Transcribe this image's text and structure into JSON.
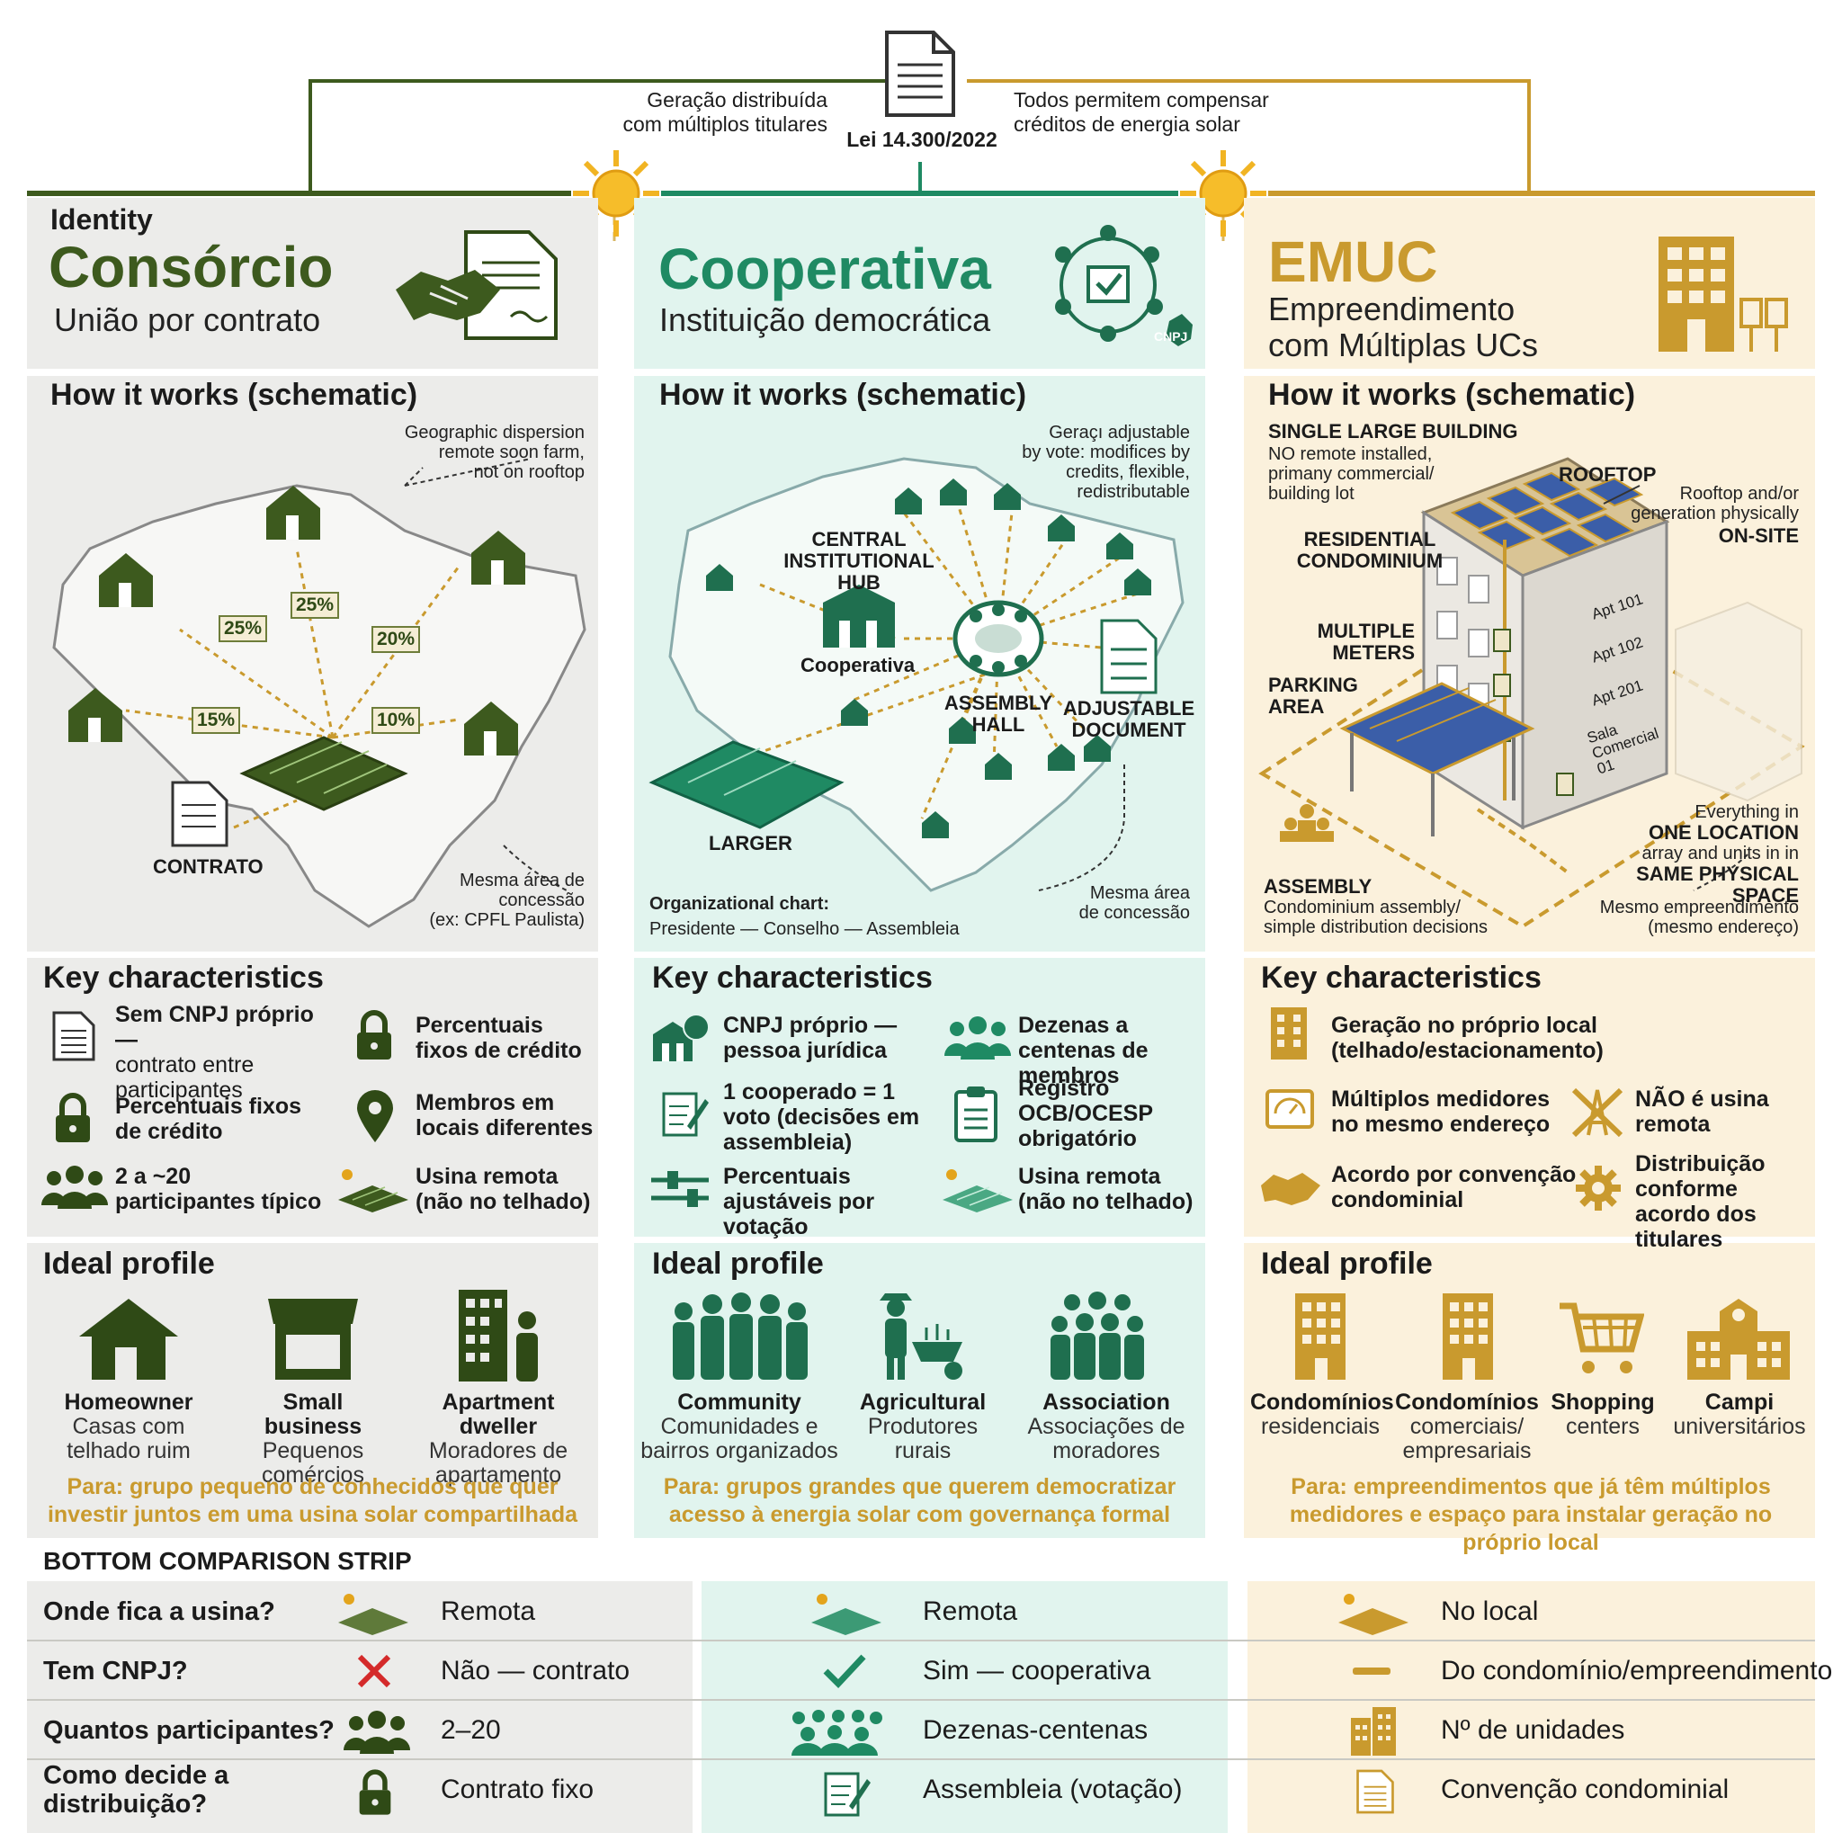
{
  "top": {
    "law": "Lei 14.300/2022",
    "left_note": "Geração distribuída\ncom múltiplos titulares",
    "right_note": "Todos permitem compensar\ncréditos de energia solar"
  },
  "consorcio": {
    "identity": "Identity",
    "title": "Consórcio",
    "subtitle": "União por contrato",
    "how_title": "How it works (schematic)",
    "note_top": "Geographic dispersion\nremote soon farm,\nnot on rooftop",
    "percentages": [
      "25%",
      "25%",
      "20%",
      "15%",
      "10%"
    ],
    "contrato": "CONTRATO",
    "note_bottom": "Mesma área de\nconcessão\n(ex: CPFL Paulista)",
    "key_title": "Key characteristics",
    "key": [
      {
        "text": "Sem CNPJ próprio —",
        "text2": "contrato entre participantes",
        "icon": "document-icon"
      },
      {
        "text": "Percentuais fixos de crédito",
        "icon": "lock-icon"
      },
      {
        "text": "Percentuais fixos de crédito",
        "icon": "lock-icon"
      },
      {
        "text": "Membros em locais diferentes",
        "icon": "location-pin-icon"
      },
      {
        "text": "2 a ~20 participantes típico",
        "icon": "people-icon"
      },
      {
        "text": "Usina remota (não no telhado)",
        "icon": "solar-farm-icon"
      }
    ],
    "ideal_title": "Ideal profile",
    "ideal": [
      {
        "role": "Homeowner",
        "desc": "Casas com telhado ruim"
      },
      {
        "role": "Small business",
        "desc": "Pequenos comércios"
      },
      {
        "role": "Apartment dweller",
        "desc": "Moradores de apartamento"
      }
    ],
    "para": "Para: grupo pequeno de conhecidos que quer investir juntos em uma usina solar compartilhada"
  },
  "cooperativa": {
    "title": "Cooperativa",
    "subtitle": "Instituição democrática",
    "how_title": "How it works (schematic)",
    "note_top": "Geraçı adjustable\nby vote: modifices by\ncredits, flexible,\nredistributable",
    "hub": "CENTRAL\nINSTITUTIONAL\nHUB",
    "coop_label": "Cooperativa",
    "assembly": "ASSEMBLY\nHALL",
    "adjustable": "ADJUSTABLE\nDOCUMENT",
    "larger": "LARGER",
    "org_title": "Organizational chart:",
    "org_chart": "Presidente — Conselho — Assembleia",
    "note_bottom": "Mesma área\nde concessão",
    "cnpj_badge": "CNPJ",
    "key_title": "Key characteristics",
    "key": [
      {
        "text": "CNPJ próprio — pessoa jurídica",
        "icon": "building-cnpj-icon"
      },
      {
        "text": "Dezenas a centenas de membros",
        "icon": "people-icon"
      },
      {
        "text": "1 cooperado = 1 voto (decisões em assembleia)",
        "icon": "vote-edit-icon"
      },
      {
        "text": "Registro OCB/OCESP obrigatório",
        "icon": "clipboard-icon"
      },
      {
        "text": "Percentuais ajustáveis por votação",
        "icon": "sliders-icon"
      },
      {
        "text": "Usina remota (não no telhado)",
        "icon": "solar-farm-icon"
      }
    ],
    "ideal_title": "Ideal profile",
    "ideal": [
      {
        "role": "Community",
        "desc": "Comunidades e bairros organizados"
      },
      {
        "role": "Agricultural",
        "desc": "Produtores rurais"
      },
      {
        "role": "Association",
        "desc": "Associações de moradores"
      }
    ],
    "para": "Para: grupos grandes que querem democratizar acesso à energia solar com governança formal"
  },
  "emuc": {
    "title": "EMUC",
    "subtitle": "Empreendimento\ncom Múltiplas UCs",
    "how_title": "How it works (schematic)",
    "single": "SINGLE LARGE BUILDING",
    "single_note": "NO remote installed,\nprimany commercial/\nbuilding lot",
    "rooftop": "ROOFTOP",
    "rooftop_note": "Rooftop and/or\ngeneration physically",
    "onsite": "ON-SITE",
    "residential": "RESIDENTIAL\nCONDOMINIUM",
    "meters": "MULTIPLE\nMETERS",
    "parking": "PARKING\nAREA",
    "apts": [
      "Apt 101",
      "Apt 102",
      "Apt 201",
      "Sala\nComercial\n01"
    ],
    "everything": "Everything in",
    "one_location": "ONE LOCATION",
    "array_units": "array and units in in",
    "same_space": "SAME PHYSICAL SPACE",
    "assembly": "ASSEMBLY",
    "assembly_note": "Condominium assembly/\nsimple distribution decisions",
    "note_bottom": "Mesmo empreendimento\n(mesmo endereço)",
    "key_title": "Key characteristics",
    "key": [
      {
        "text": "Geração no próprio local (telhado/estacionamento)",
        "icon": "building-icon"
      },
      {
        "text": "Múltiplos medidores no mesmo endereço",
        "icon": "meter-icon"
      },
      {
        "text": "NÃO é usina remota",
        "icon": "crossed-tower-icon"
      },
      {
        "text": "Acordo por convenção condominial",
        "icon": "handshake-icon"
      },
      {
        "text": "Distribuição conforme acordo dos titulares",
        "icon": "gear-icon"
      }
    ],
    "ideal_title": "Ideal profile",
    "ideal": [
      {
        "role": "Condomínios",
        "desc": "residenciais"
      },
      {
        "role": "Condomínios",
        "desc": "comerciais/ empresariais"
      },
      {
        "role": "Shopping",
        "desc": "centers"
      },
      {
        "role": "Campi",
        "desc": "universitários"
      }
    ],
    "para": "Para: empreendimentos que já têm múltiplos medidores e espaço para instalar geração no próprio local"
  },
  "comparison": {
    "title": "BOTTOM COMPARISON STRIP",
    "rows": [
      {
        "q": "Onde fica a usina?",
        "c": "Remota",
        "k": "Remota",
        "e": "No local"
      },
      {
        "q": "Tem CNPJ?",
        "c": "Não — contrato",
        "k": "Sim — cooperativa",
        "e": "Do condomínio/empreendimento"
      },
      {
        "q": "Quantos participantes?",
        "c": "2–20",
        "k": "Dezenas-centenas",
        "e": "Nº de unidades"
      },
      {
        "q": "Como decide a distribuição?",
        "c": "Contrato fixo",
        "k": "Assembleia (votação)",
        "e": "Convenção condominial"
      }
    ]
  },
  "colors": {
    "consorcio": "#3d5a1e",
    "cooperativa": "#1f8a63",
    "emuc": "#c99a2e",
    "para_text": "#c99a2e",
    "cross": "#d42a2a"
  }
}
